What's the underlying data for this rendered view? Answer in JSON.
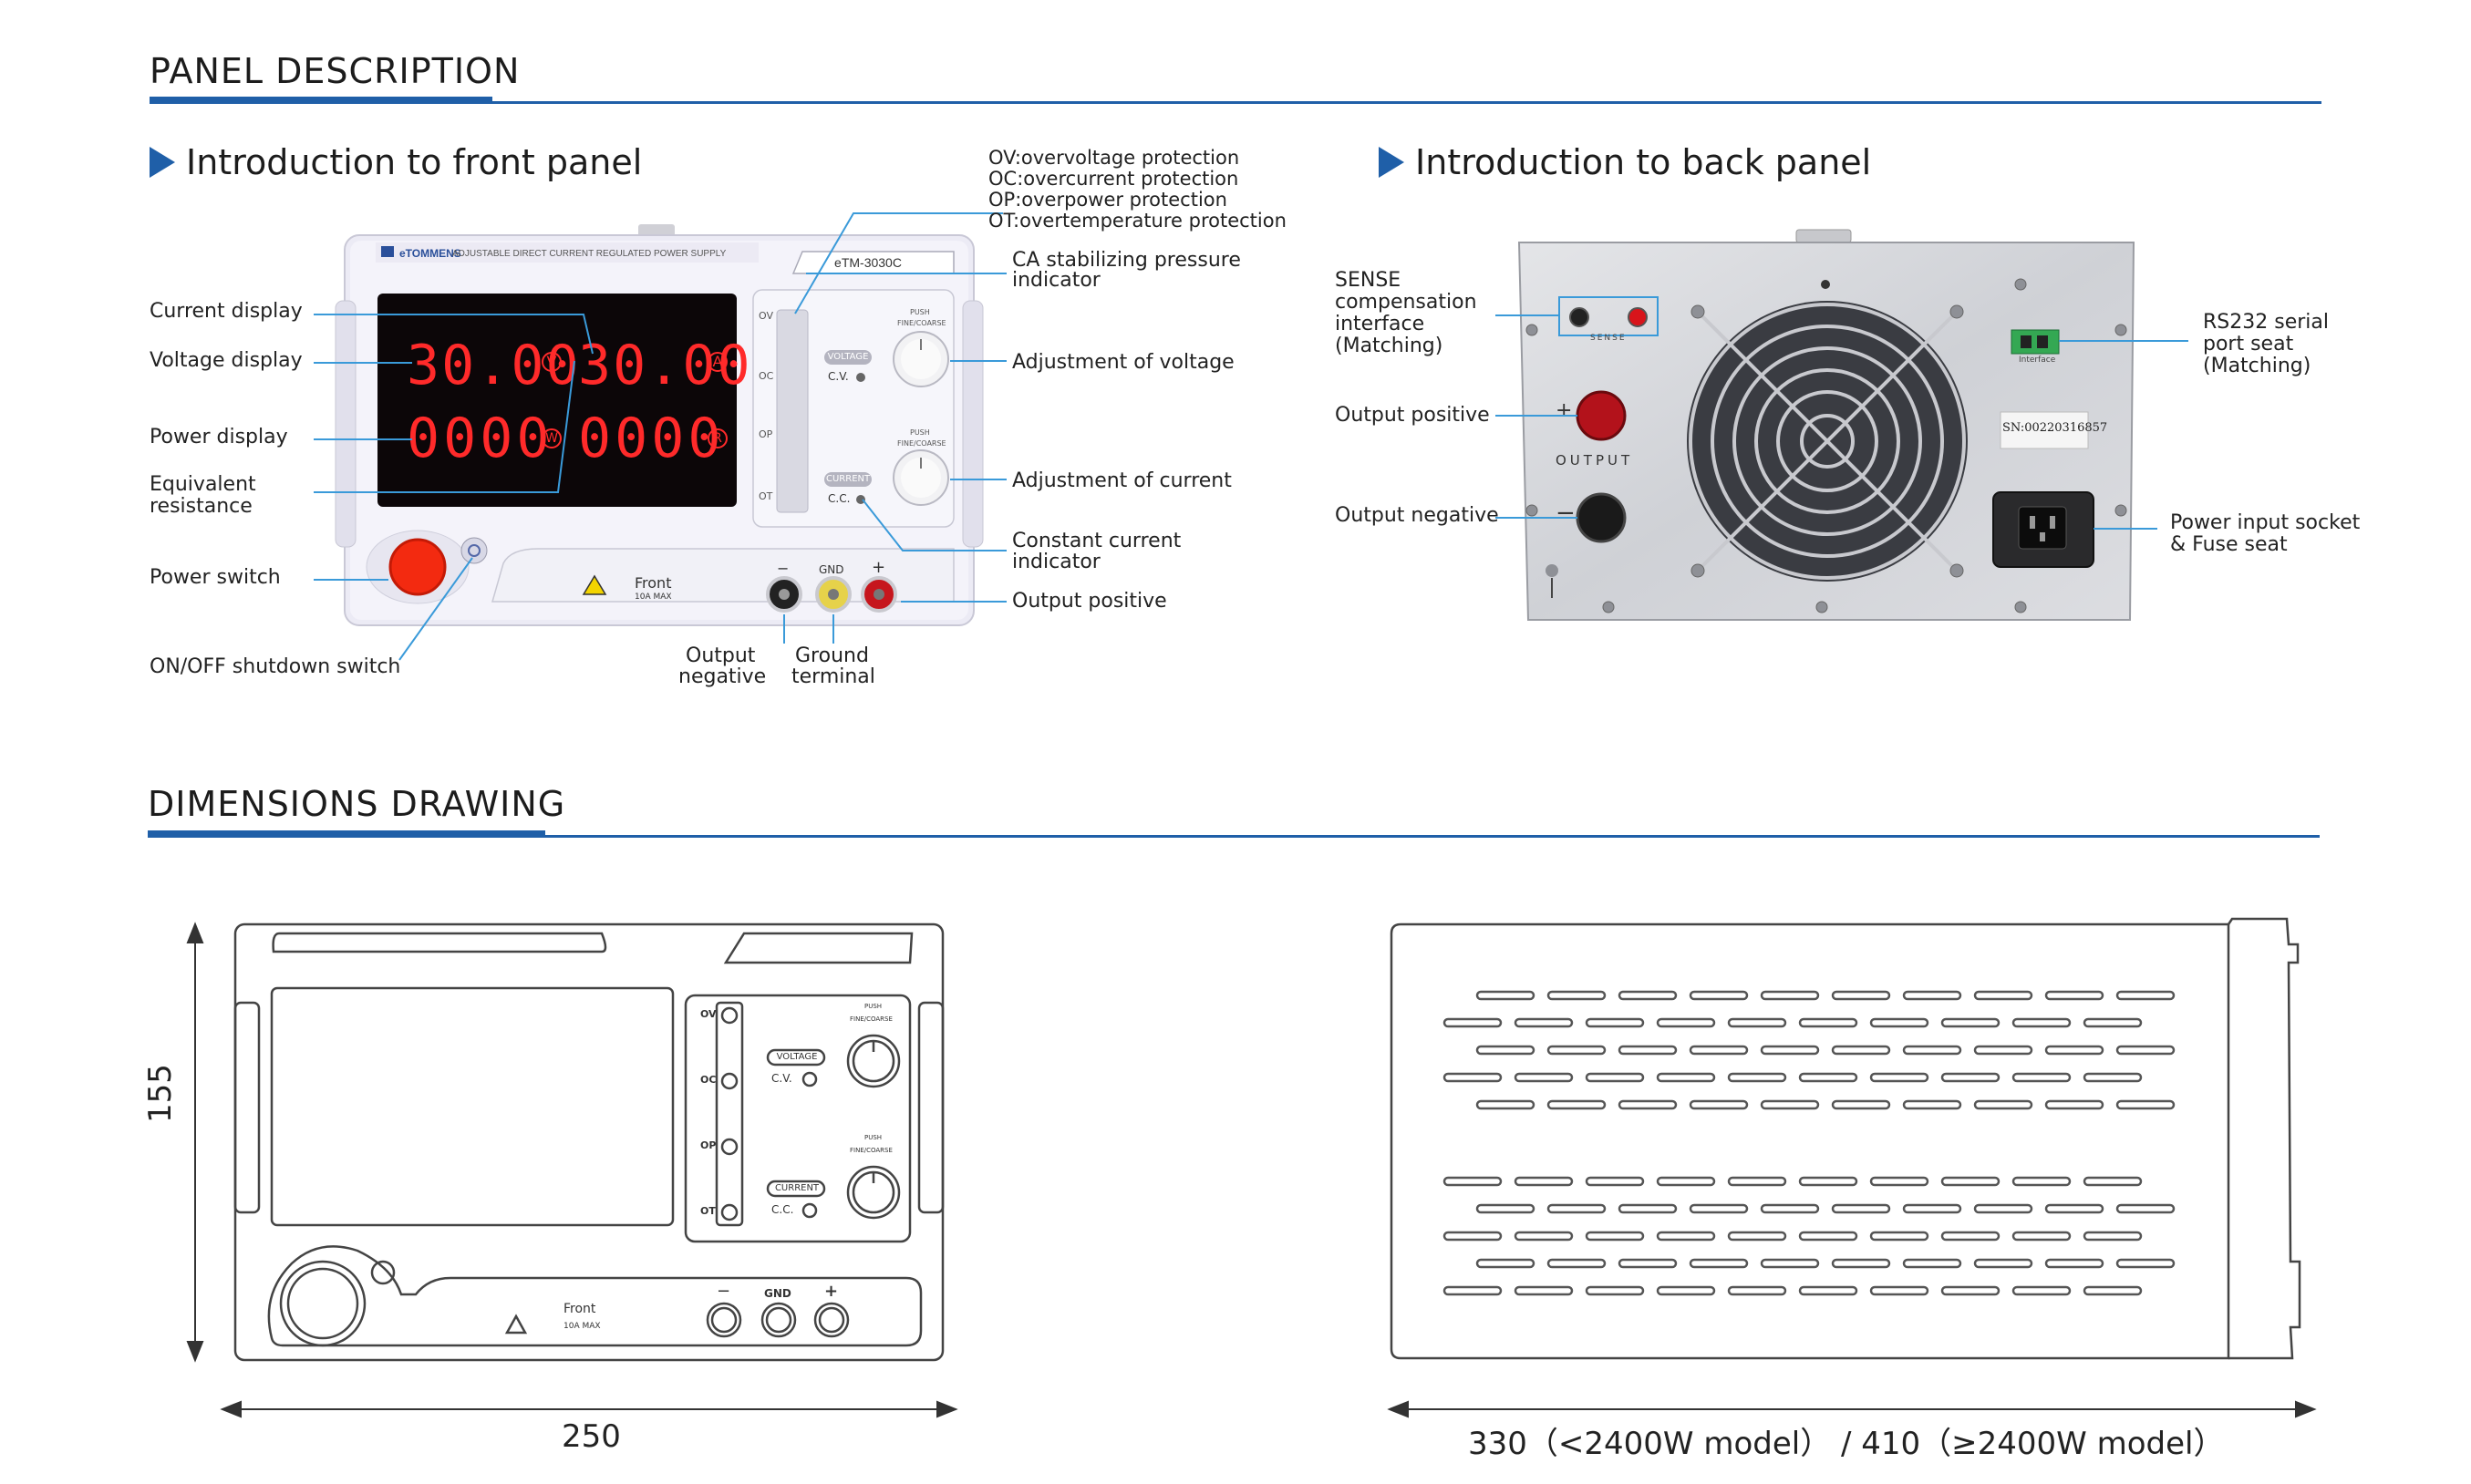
{
  "sections": {
    "panel_description": "PANEL DESCRIPTION",
    "dimensions_drawing": "DIMENSIONS DRAWING"
  },
  "front": {
    "title": "Introduction to front panel",
    "brand_text": "eTOMMENS",
    "header_text": "ADJUSTABLE DIRECT CURRENT REGULATED POWER SUPPLY",
    "model": "eTM-3030C",
    "display": {
      "voltage": "30.00",
      "current": "30.00",
      "power": "0000",
      "resistance": "0000",
      "unit_v": "V",
      "unit_a": "A",
      "unit_w": "W",
      "unit_r": "R"
    },
    "indicators": [
      "OV",
      "OC",
      "OP",
      "OT"
    ],
    "knob_labels": {
      "push": "PUSH",
      "fine_coarse": "FINE/COARSE",
      "voltage": "VOLTAGE",
      "cv": "C.V.",
      "current": "CURRENT",
      "cc": "C.C."
    },
    "terminal_labels": {
      "minus": "−",
      "gnd": "GND",
      "plus": "+",
      "front": "Front",
      "max": "10A MAX"
    },
    "labels": {
      "current_display": "Current display",
      "voltage_display": "Voltage display",
      "power_display": "Power display",
      "equivalent_resistance_1": "Equivalent",
      "equivalent_resistance_2": "resistance",
      "power_switch": "Power switch",
      "onoff_shutdown": "ON/OFF shutdown switch",
      "ov": "OV:overvoltage protection",
      "oc": "OC:overcurrent protection",
      "op": "OP:overpower protection",
      "ot": "OT:overtemperature protection",
      "ca_1": "CA stabilizing pressure",
      "ca_2": "indicator",
      "adj_voltage": "Adjustment of voltage",
      "adj_current": "Adjustment of current",
      "cc_ind_1": "Constant current",
      "cc_ind_2": "indicator",
      "output_positive": "Output positive",
      "output_negative_1": "Output",
      "output_negative_2": "negative",
      "ground_1": "Ground",
      "ground_2": "terminal"
    }
  },
  "back": {
    "title": "Introduction to back panel",
    "sense_text": "SENSE",
    "output_text": "OUTPUT",
    "interface_text": "Interface",
    "serial_text": "SN:00220316857",
    "labels": {
      "sense_1": "SENSE",
      "sense_2": "compensation",
      "sense_3": "interface",
      "sense_4": "(Matching)",
      "output_positive": "Output positive",
      "output_negative": "Output negative",
      "rs232_1": "RS232 serial",
      "rs232_2": "port seat",
      "rs232_3": "(Matching)",
      "power_input_1": "Power input socket",
      "power_input_2": "& Fuse seat"
    }
  },
  "dimensions": {
    "height": "155",
    "width": "250",
    "depth": "330（<2400W model） / 410（≥2400W model）",
    "drawing_labels": {
      "ov": "OV",
      "oc": "OC",
      "op": "OP",
      "ot": "OT",
      "voltage": "VOLTAGE",
      "cv": "C.V.",
      "current": "CURRENT",
      "cc": "C.C.",
      "push": "PUSH",
      "fine_coarse": "FINE/COARSE",
      "minus": "−",
      "gnd": "GND",
      "plus": "+",
      "front": "Front",
      "max": "10A MAX"
    }
  },
  "colors": {
    "accent": "#1f5fa8",
    "leader": "#3a9ad9",
    "led": "#ff2a2a"
  }
}
